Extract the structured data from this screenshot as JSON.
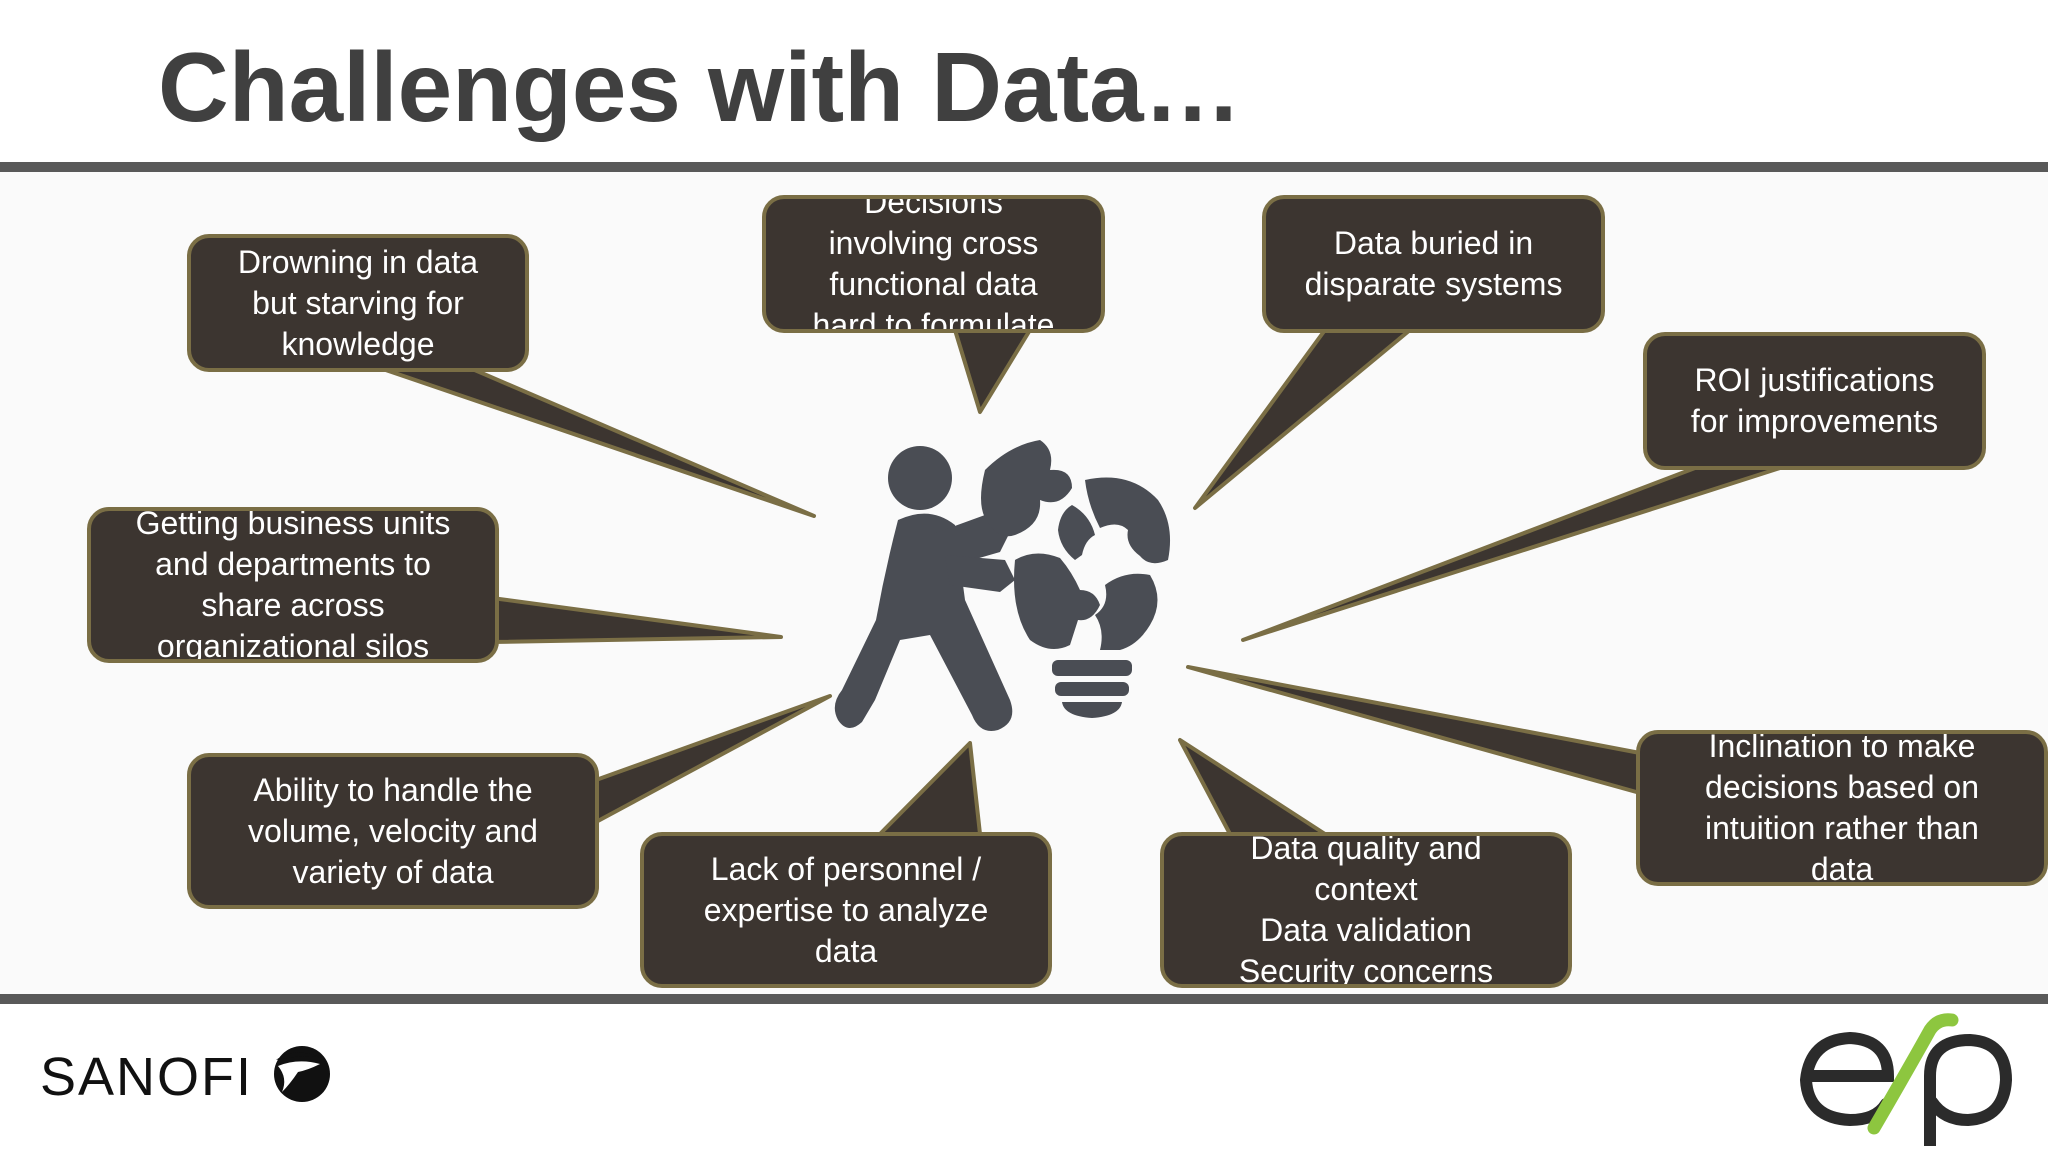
{
  "slide": {
    "title": "Challenges with Data…"
  },
  "bubbles": [
    {
      "id": "drowning",
      "lines": [
        "Drowning in data",
        "but starving for",
        "knowledge"
      ]
    },
    {
      "id": "decisions",
      "lines": [
        "Decisions",
        "involving cross",
        "functional data",
        "hard to formulate"
      ]
    },
    {
      "id": "buried",
      "lines": [
        "Data buried in",
        "disparate systems"
      ]
    },
    {
      "id": "roi",
      "lines": [
        "ROI justifications",
        "for improvements"
      ]
    },
    {
      "id": "silos",
      "lines": [
        "Getting business units",
        "and departments to",
        "share across",
        "organizational silos"
      ]
    },
    {
      "id": "volume",
      "lines": [
        "Ability to handle the",
        "volume, velocity and",
        "variety of data"
      ]
    },
    {
      "id": "personnel",
      "lines": [
        "Lack of personnel /",
        "expertise to analyze",
        "data"
      ]
    },
    {
      "id": "quality",
      "lines": [
        "Data quality and",
        "context",
        "Data validation",
        "Security concerns"
      ]
    },
    {
      "id": "intuition",
      "lines": [
        "Inclination to make",
        "decisions based on",
        "intuition rather than",
        "data"
      ]
    }
  ],
  "footer": {
    "left_logo_text": "SANOFI",
    "right_logo_text": "esp"
  },
  "icons": {
    "center": "person-puzzle-lightbulb-icon",
    "sanofi": "sanofi-bird-logo",
    "esp": "esp-logo"
  },
  "colors": {
    "bubble_fill": "#3c3530",
    "bubble_border": "#7a6e45",
    "icon": "#4a4d54",
    "esp_green": "#8dc63f"
  }
}
